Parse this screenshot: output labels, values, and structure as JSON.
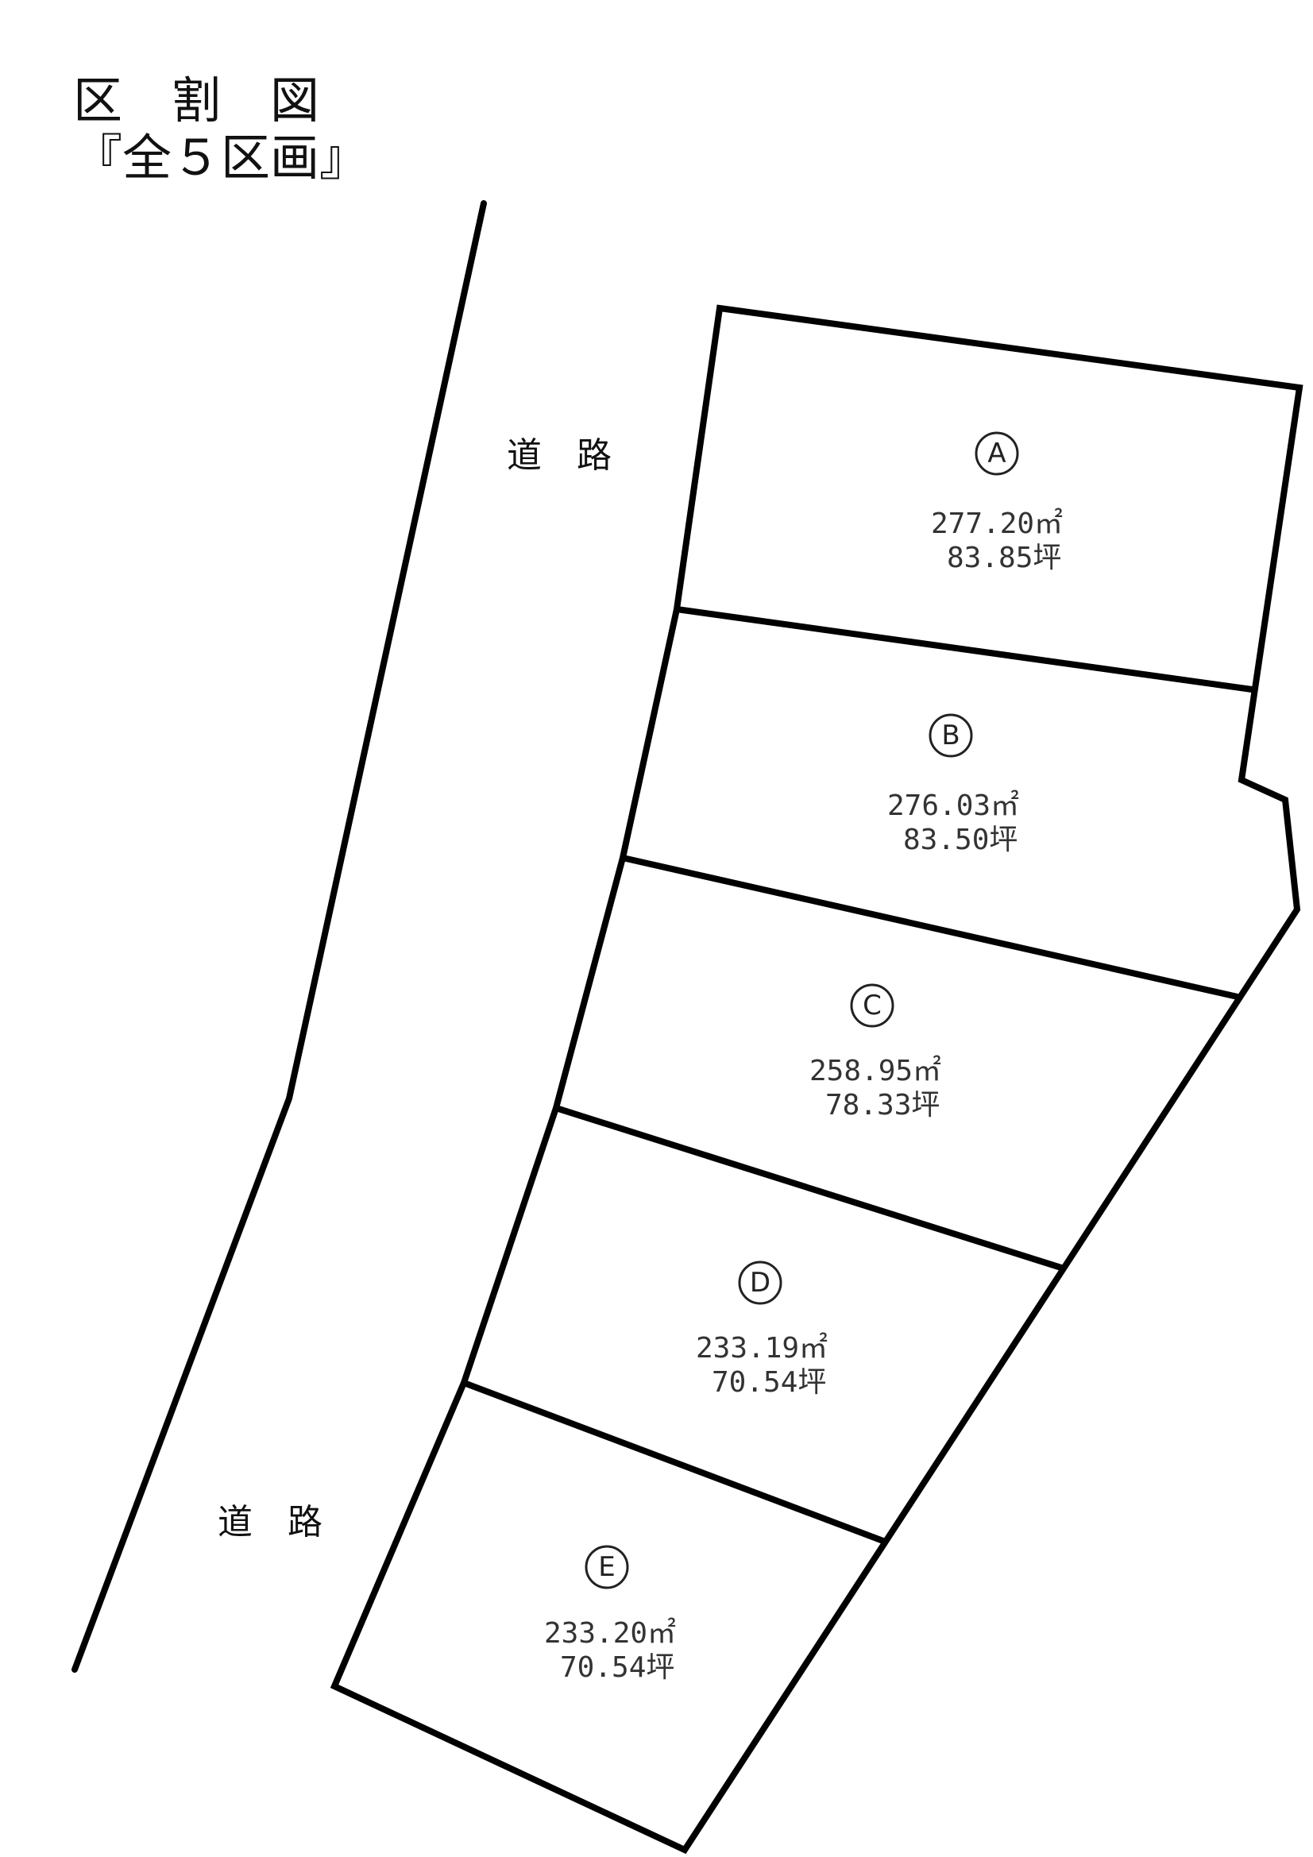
{
  "title": {
    "line1": "区　割　図",
    "line2": "『全５区画』"
  },
  "roads": [
    {
      "label": "道　路"
    },
    {
      "label": "道　路"
    }
  ],
  "lots": [
    {
      "letter": "A",
      "area_m2": "277.20㎡",
      "area_tsubo": "83.85坪"
    },
    {
      "letter": "B",
      "area_m2": "276.03㎡",
      "area_tsubo": "83.50坪"
    },
    {
      "letter": "C",
      "area_m2": "258.95㎡",
      "area_tsubo": "78.33坪"
    },
    {
      "letter": "D",
      "area_m2": "233.19㎡",
      "area_tsubo": "70.54坪"
    },
    {
      "letter": "E",
      "area_m2": "233.20㎡",
      "area_tsubo": "70.54坪"
    }
  ]
}
